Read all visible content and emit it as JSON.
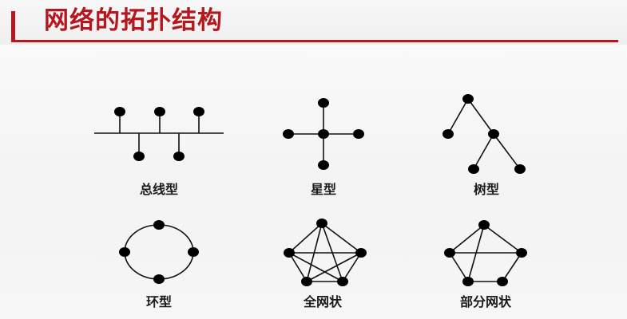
{
  "slide": {
    "title": "网络的拓扑结构"
  },
  "topologies": [
    {
      "id": "bus",
      "label": "总线型"
    },
    {
      "id": "star",
      "label": "星型"
    },
    {
      "id": "tree",
      "label": "树型"
    },
    {
      "id": "ring",
      "label": "环型"
    },
    {
      "id": "full-mesh",
      "label": "全网状"
    },
    {
      "id": "partial-mesh",
      "label": "部分网状"
    }
  ],
  "colors": {
    "title": "#b5171f",
    "accent": "#b5171f",
    "node": "#000000",
    "edge": "#111111"
  }
}
